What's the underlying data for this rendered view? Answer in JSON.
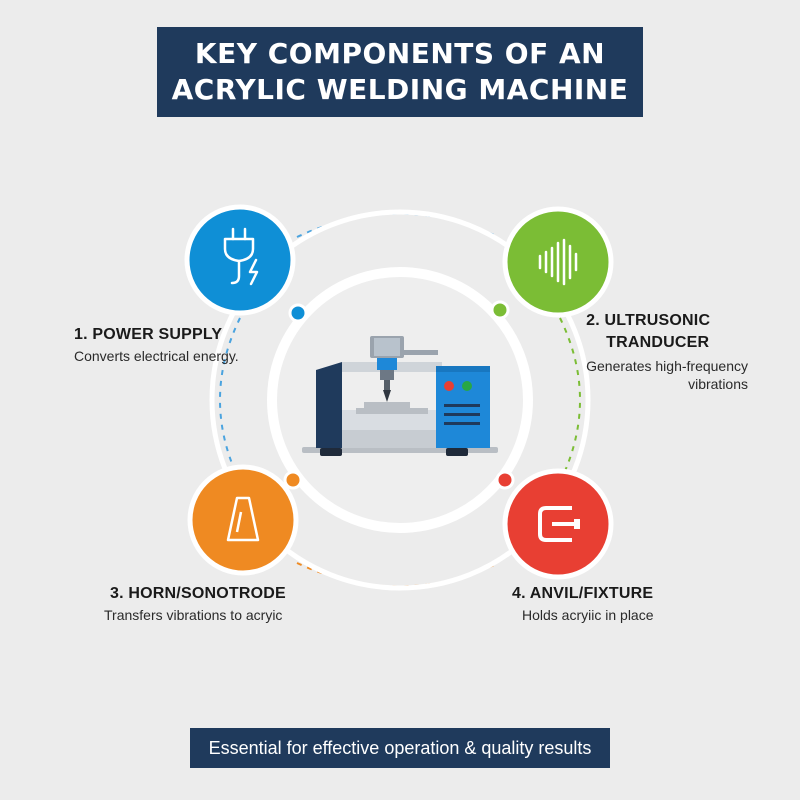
{
  "title": {
    "line1": "KEY COMPONENTS OF AN",
    "line2": "ACRYLIC WELDING MACHINE"
  },
  "components": [
    {
      "title": "1. POWER SUPPLY",
      "description": "Converts electrical energy.",
      "icon": "power-plug-icon",
      "color": "#0f8fd6"
    },
    {
      "title_line1": "2. ULTRUSONIC",
      "title_line2": "TRANDUCER",
      "description_line1": "Generates high-frequency",
      "description_line2": "vibrations",
      "icon": "sound-wave-icon",
      "color": "#7bbd35"
    },
    {
      "title": "3. HORN/SONOTRODE",
      "description": "Transfers vibrations to acryic",
      "icon": "horn-icon",
      "color": "#ef8a22"
    },
    {
      "title": "4. ANVIL/FIXTURE",
      "description": "Holds acryiic in place",
      "icon": "clamp-icon",
      "color": "#e83f33"
    }
  ],
  "center": {
    "icon": "welding-machine-icon"
  },
  "colors": {
    "banner": "#1f3a5c",
    "background": "#ececec",
    "machine_blue": "#1e88d8",
    "machine_navy": "#1f3a5c"
  },
  "footer": {
    "text": "Essential for effective operation & quality results"
  }
}
